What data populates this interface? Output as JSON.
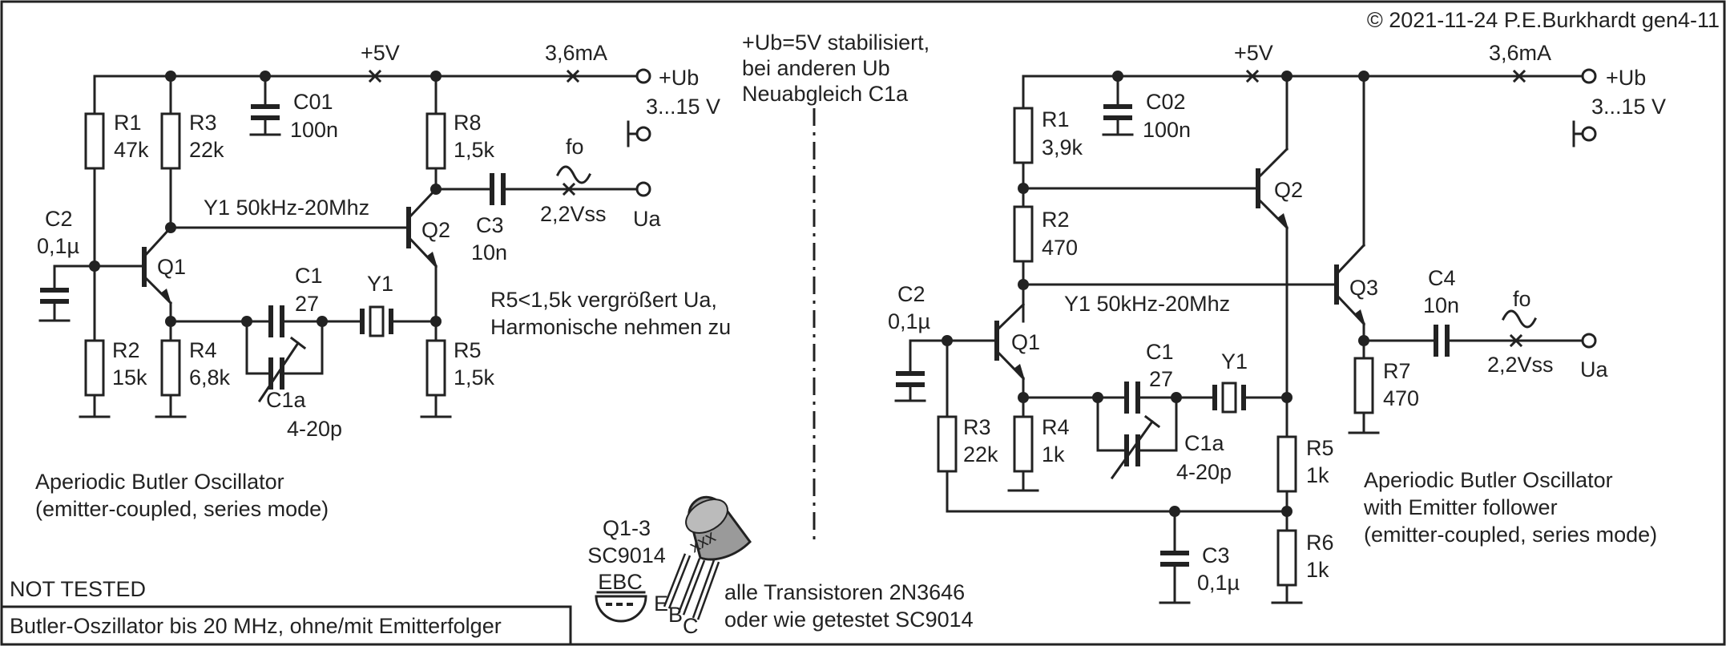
{
  "copyright": "© 2021-11-24 P.E.Burkhardt gen4-11",
  "center_note": [
    "+Ub=5V stabilisiert,",
    "bei anderen Ub",
    "Neuabgleich C1a"
  ],
  "left": {
    "rail_v": "+5V",
    "current": "3,6mA",
    "ub": "+Ub",
    "ub_range": "3...15 V",
    "R1": [
      "R1",
      "47k"
    ],
    "R3": [
      "R3",
      "22k"
    ],
    "C01": [
      "C01",
      "100n"
    ],
    "R8": [
      "R8",
      "1,5k"
    ],
    "C2": [
      "C2",
      "0,1µ"
    ],
    "Y1_note": "Y1 50kHz-20Mhz",
    "Q1": "Q1",
    "Q2": "Q2",
    "C3": [
      "C3",
      "10n"
    ],
    "fo": "fo",
    "vss": "2,2Vss",
    "ua": "Ua",
    "R2": [
      "R2",
      "15k"
    ],
    "R4": [
      "R4",
      "6,8k"
    ],
    "C1": [
      "C1",
      "27"
    ],
    "Y1": "Y1",
    "R5": [
      "R5",
      "1,5k"
    ],
    "C1a": [
      "C1a",
      "4-20p"
    ],
    "note": [
      "R5<1,5k vergrößert Ua,",
      "Harmonische nehmen zu"
    ],
    "title": [
      "Aperiodic Butler Oscillator",
      "(emitter-coupled, series mode)"
    ]
  },
  "right": {
    "rail_v": "+5V",
    "current": "3,6mA",
    "ub": "+Ub",
    "ub_range": "3...15 V",
    "R1": [
      "R1",
      "3,9k"
    ],
    "C02": [
      "C02",
      "100n"
    ],
    "R2": [
      "R2",
      "470"
    ],
    "Q1": "Q1",
    "Q2": "Q2",
    "Q3": "Q3",
    "Y1_note": "Y1 50kHz-20Mhz",
    "C2": [
      "C2",
      "0,1µ"
    ],
    "C4": [
      "C4",
      "10n"
    ],
    "fo": "fo",
    "vss": "2,2Vss",
    "ua": "Ua",
    "R7": [
      "R7",
      "470"
    ],
    "C1": [
      "C1",
      "27"
    ],
    "Y1": "Y1",
    "R3": [
      "R3",
      "22k"
    ],
    "R4": [
      "R4",
      "1k"
    ],
    "C1a": [
      "C1a",
      "4-20p"
    ],
    "R5": [
      "R5",
      "1k"
    ],
    "R6": [
      "R6",
      "1k"
    ],
    "C3": [
      "C3",
      "0,1µ"
    ],
    "title": [
      "Aperiodic Butler Oscillator",
      "with Emitter follower",
      "(emitter-coupled, series mode)"
    ]
  },
  "transistor": {
    "name": "Q1-3",
    "type": "SC9014",
    "pins": "EBC",
    "pkg_text": "xxx",
    "leg_e": "E",
    "leg_b": "B",
    "leg_c": "C"
  },
  "transistor_note": [
    "alle Transistoren 2N3646",
    "oder wie getestet SC9014"
  ],
  "not_tested": "NOT TESTED",
  "footer": "Butler-Oszillator bis 20 MHz, ohne/mit Emitterfolger"
}
